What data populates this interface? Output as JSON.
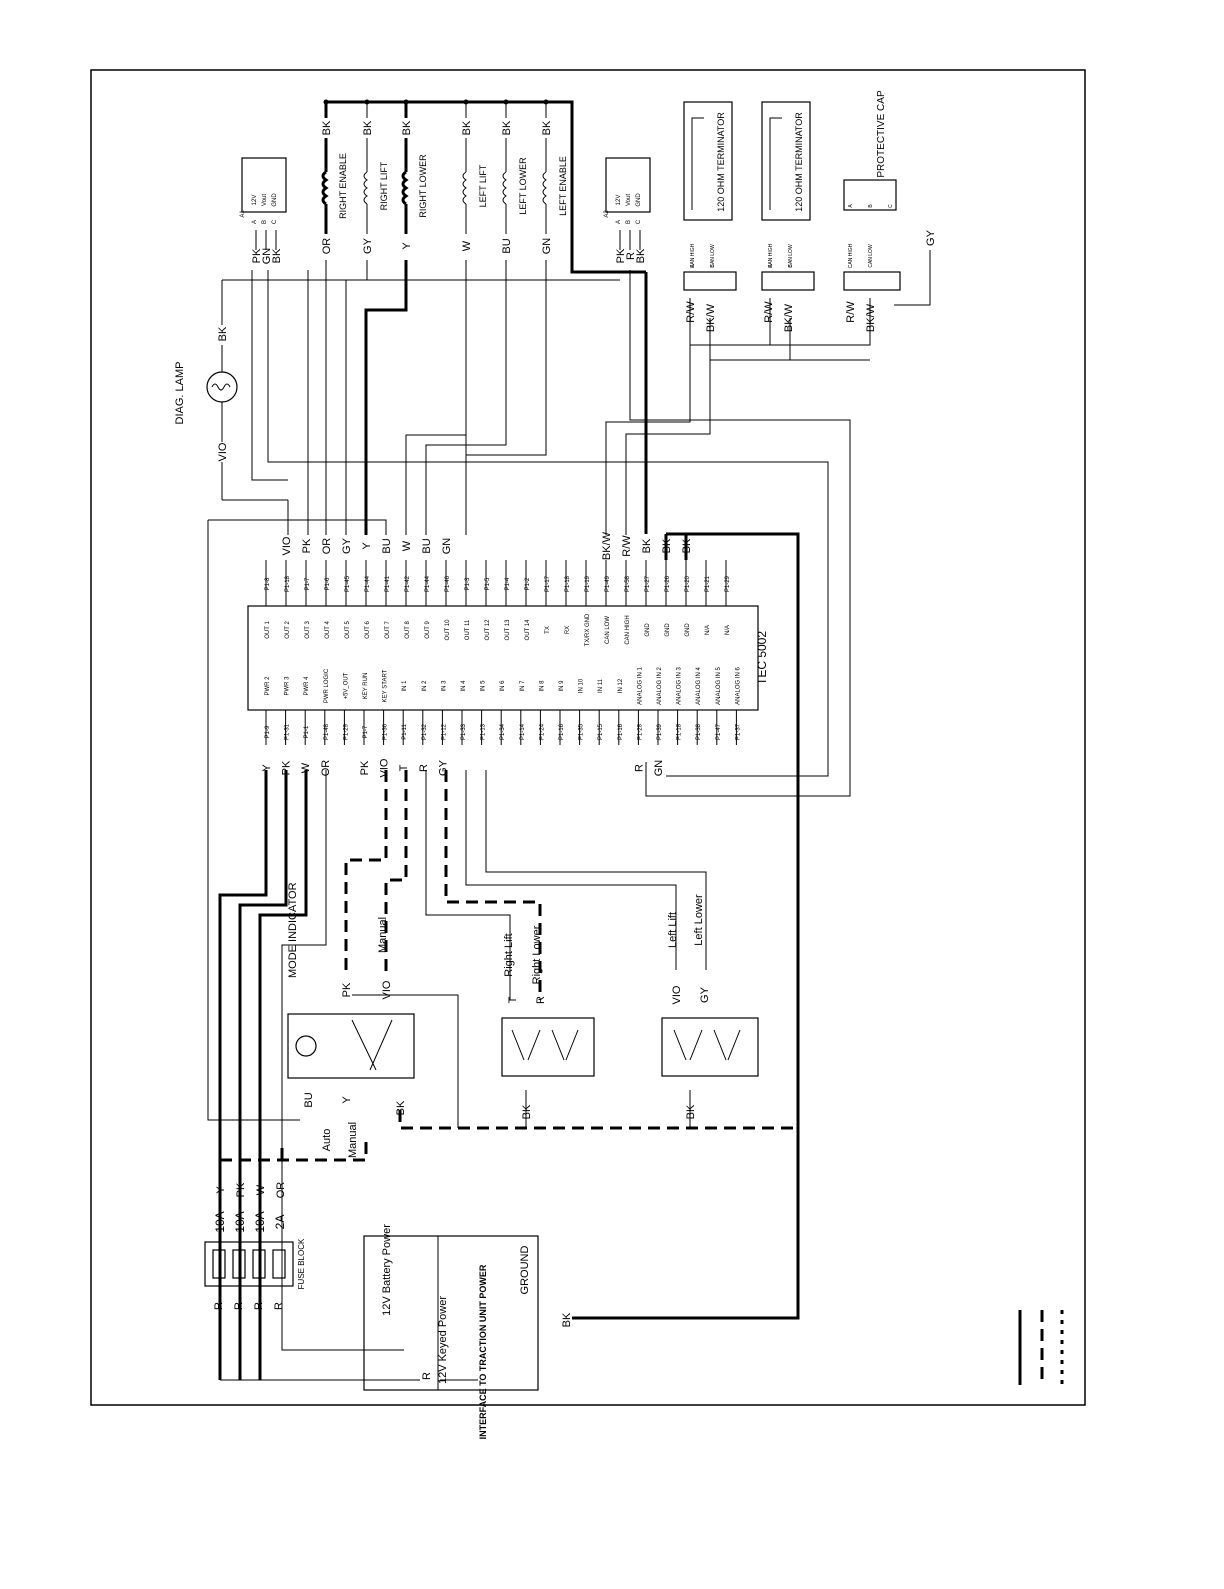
{
  "ecu": {
    "name": "TEC 5002",
    "left_pins": [
      "PWR 2",
      "PWR 3",
      "PWR 4",
      "PWR LOGIC",
      "+5V_OUT",
      "KEY RUN",
      "KEY START",
      "IN 1",
      "IN 2",
      "IN 3",
      "IN 4",
      "IN 5",
      "IN 6",
      "IN 7",
      "IN 8",
      "IN 9",
      "IN 10",
      "IN 11",
      "IN 12",
      "ANALOG IN 1",
      "ANALOG IN 2",
      "ANALOG IN 3",
      "ANALOG IN 4",
      "ANALOG IN 5",
      "ANALOG IN 6"
    ],
    "left_conn": [
      "P1-9",
      "P1-31",
      "P1-1",
      "P1-48",
      "P1-29",
      "P1-7",
      "P1-36",
      "P1-11",
      "P1-32",
      "P1-12",
      "P1-33",
      "P1-13",
      "P1-34",
      "P1-14",
      "P1-24",
      "P1-16",
      "P1-35",
      "P1-15",
      "P1-16",
      "P1-28",
      "P1-39",
      "P1-18",
      "P1-38",
      "P1-47",
      "P1-37"
    ],
    "left_wires": [
      "Y",
      "PK",
      "W",
      "OR",
      "",
      "PK",
      "VIO",
      "T",
      "R",
      "GY",
      "",
      "",
      "",
      "",
      "",
      "",
      "",
      "",
      "",
      "R",
      "GN",
      "",
      "",
      "",
      ""
    ],
    "right_pins": [
      "OUT 1",
      "OUT 2",
      "OUT 3",
      "OUT 4",
      "OUT 5",
      "OUT 6",
      "OUT 7",
      "OUT 8",
      "OUT 9",
      "OUT 10",
      "OUT 11",
      "OUT 12",
      "OUT 13",
      "OUT 14",
      "TX",
      "RX",
      "TX/RX GND",
      "CAN LOW",
      "CAN HIGH",
      "GND",
      "GND",
      "GND",
      "N/A",
      "N/A"
    ],
    "right_conn": [
      "P1-8",
      "P1-18",
      "P1-7",
      "P1-6",
      "P1-45",
      "P1-44",
      "P1-41",
      "P1-42",
      "P1-44",
      "P1-46",
      "P1-3",
      "P1-5",
      "P1-4",
      "P1-2",
      "P1-17",
      "P1-18",
      "P1-19",
      "P1-49",
      "P1-58",
      "P1-27",
      "P1-26",
      "P1-20",
      "P1-21",
      "P1-29"
    ],
    "right_wires": [
      "",
      "VIO",
      "PK",
      "OR",
      "GY",
      "Y",
      "BU",
      "W",
      "BU",
      "GN",
      "",
      "",
      "",
      "",
      "",
      "",
      "",
      "BK/W",
      "R/W",
      "BK",
      "BK",
      "BK",
      "",
      ""
    ]
  },
  "coils": [
    {
      "label": "RIGHT ENABLE",
      "top": "BK",
      "bottom": "OR"
    },
    {
      "label": "RIGHT LIFT",
      "top": "BK",
      "bottom": "GY"
    },
    {
      "label": "RIGHT LOWER",
      "top": "BK",
      "bottom": "Y"
    },
    {
      "label": "LEFT LIFT",
      "top": "BK",
      "bottom": "W"
    },
    {
      "label": "LEFT LOWER",
      "top": "BK",
      "bottom": "BU"
    },
    {
      "label": "LEFT ENABLE",
      "top": "BK",
      "bottom": "GN"
    }
  ],
  "sensors": [
    {
      "id": "A1",
      "pins": [
        "12V",
        "Vout",
        "GND"
      ],
      "wires": [
        "PK",
        "GN",
        "BK"
      ],
      "letters": [
        "A",
        "B",
        "C"
      ]
    },
    {
      "id": "A2",
      "pins": [
        "12V",
        "Vout",
        "GND"
      ],
      "wires": [
        "PK",
        "R",
        "BK"
      ],
      "letters": [
        "A",
        "B",
        "C"
      ]
    }
  ],
  "terminators": [
    {
      "label": "120 OHM TERMINATOR",
      "pins": [
        "CAN HIGH",
        "CAN LOW"
      ],
      "letters": [
        "A",
        "B",
        "C"
      ],
      "wires": [
        "R/W",
        "BK/W"
      ]
    },
    {
      "label": "120 OHM TERMINATOR",
      "pins": [
        "CAN HIGH",
        "CAN LOW"
      ],
      "letters": [
        "A",
        "B",
        "C"
      ],
      "wires": [
        "R/W",
        "BK/W"
      ]
    }
  ],
  "cap": {
    "label": "PROTECTIVE CAP",
    "pins": [
      "CAN HIGH",
      "CAN LOW"
    ],
    "letters": [
      "A",
      "B",
      "C"
    ],
    "wires": [
      "R/W",
      "BK/W"
    ],
    "gy": "GY"
  },
  "diag_lamp": {
    "label": "DIAG. LAMP",
    "wire_left": "VIO",
    "wire_right": "BK"
  },
  "mode_indicator": {
    "label": "MODE INDICATOR",
    "wire_bu": "BU",
    "wire_y": "Y",
    "wire_bk": "BK",
    "wire_pk": "PK",
    "wire_vio": "VIO",
    "auto": "Auto",
    "manual": "Manual",
    "manual2": "Manual"
  },
  "switch_right": {
    "lift": "Right Lift",
    "lower": "Right Lower",
    "t": "T",
    "r": "R",
    "bk": "BK"
  },
  "switch_left": {
    "lift": "Left Lift",
    "lower": "Left Lower",
    "vio": "VIO",
    "gy": "GY",
    "bk": "BK"
  },
  "fuse_block": {
    "label": "FUSE BLOCK",
    "ratings": [
      "10A",
      "10A",
      "10A",
      "2A"
    ],
    "out_wires": [
      "Y",
      "PK",
      "W",
      "OR"
    ],
    "in_wires": [
      "R",
      "R",
      "R",
      "R"
    ]
  },
  "interface": {
    "title": "INTERFACE TO TRACTION UNIT POWER",
    "battery": "12V Battery Power",
    "keyed": "12V Keyed Power",
    "ground": "GROUND",
    "wire_r": "R",
    "wire_bk": "BK"
  }
}
